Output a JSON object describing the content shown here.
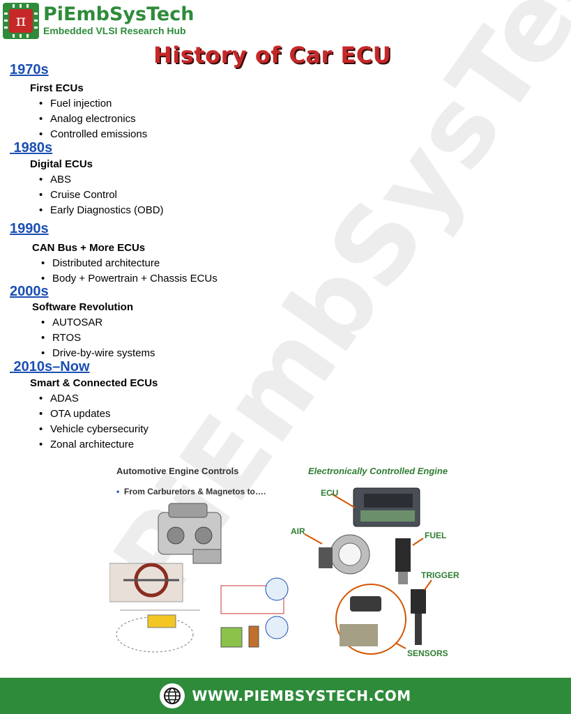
{
  "brand": {
    "name": "PiEmbSysTech",
    "tagline": "Embedded VLSI Research Hub"
  },
  "watermark": "PiEmbSysTech",
  "page_title": "History of Car ECU",
  "eras": [
    {
      "year": "1970s",
      "heading": "First ECUs",
      "items": [
        "Fuel injection",
        "Analog electronics",
        "Controlled emissions"
      ]
    },
    {
      "year": " 1980s",
      "heading": "Digital ECUs",
      "items": [
        "ABS",
        "Cruise Control",
        "Early Diagnostics (OBD)"
      ]
    },
    {
      "year": "1990s",
      "heading": "CAN Bus + More ECUs",
      "items": [
        "Distributed architecture",
        "Body + Powertrain + Chassis ECUs"
      ]
    },
    {
      "year": "2000s",
      "heading": "Software Revolution",
      "items": [
        "AUTOSAR",
        "RTOS",
        "Drive-by-wire systems"
      ]
    },
    {
      "year": " 2010s–Now",
      "heading": "Smart & Connected ECUs",
      "items": [
        "ADAS",
        "OTA updates",
        "Vehicle cybersecurity",
        "Zonal architecture"
      ]
    }
  ],
  "illustration": {
    "left_title": "Automotive Engine Controls",
    "left_bullet": "From Carburetors & Magnetos to….",
    "right_title": "Electronically Controlled Engine",
    "labels": {
      "ecu": "ECU",
      "air": "AIR",
      "fuel": "FUEL",
      "trigger": "TRIGGER",
      "sensors": "SENSORS"
    }
  },
  "footer": {
    "url": "WWW.PIEMBSYSTECH.COM"
  },
  "colors": {
    "brand_green": "#2e8b3a",
    "title_red": "#c62828",
    "link_blue": "#1a4fb3",
    "label_green": "#2e7d32",
    "label_orange": "#d35400"
  }
}
